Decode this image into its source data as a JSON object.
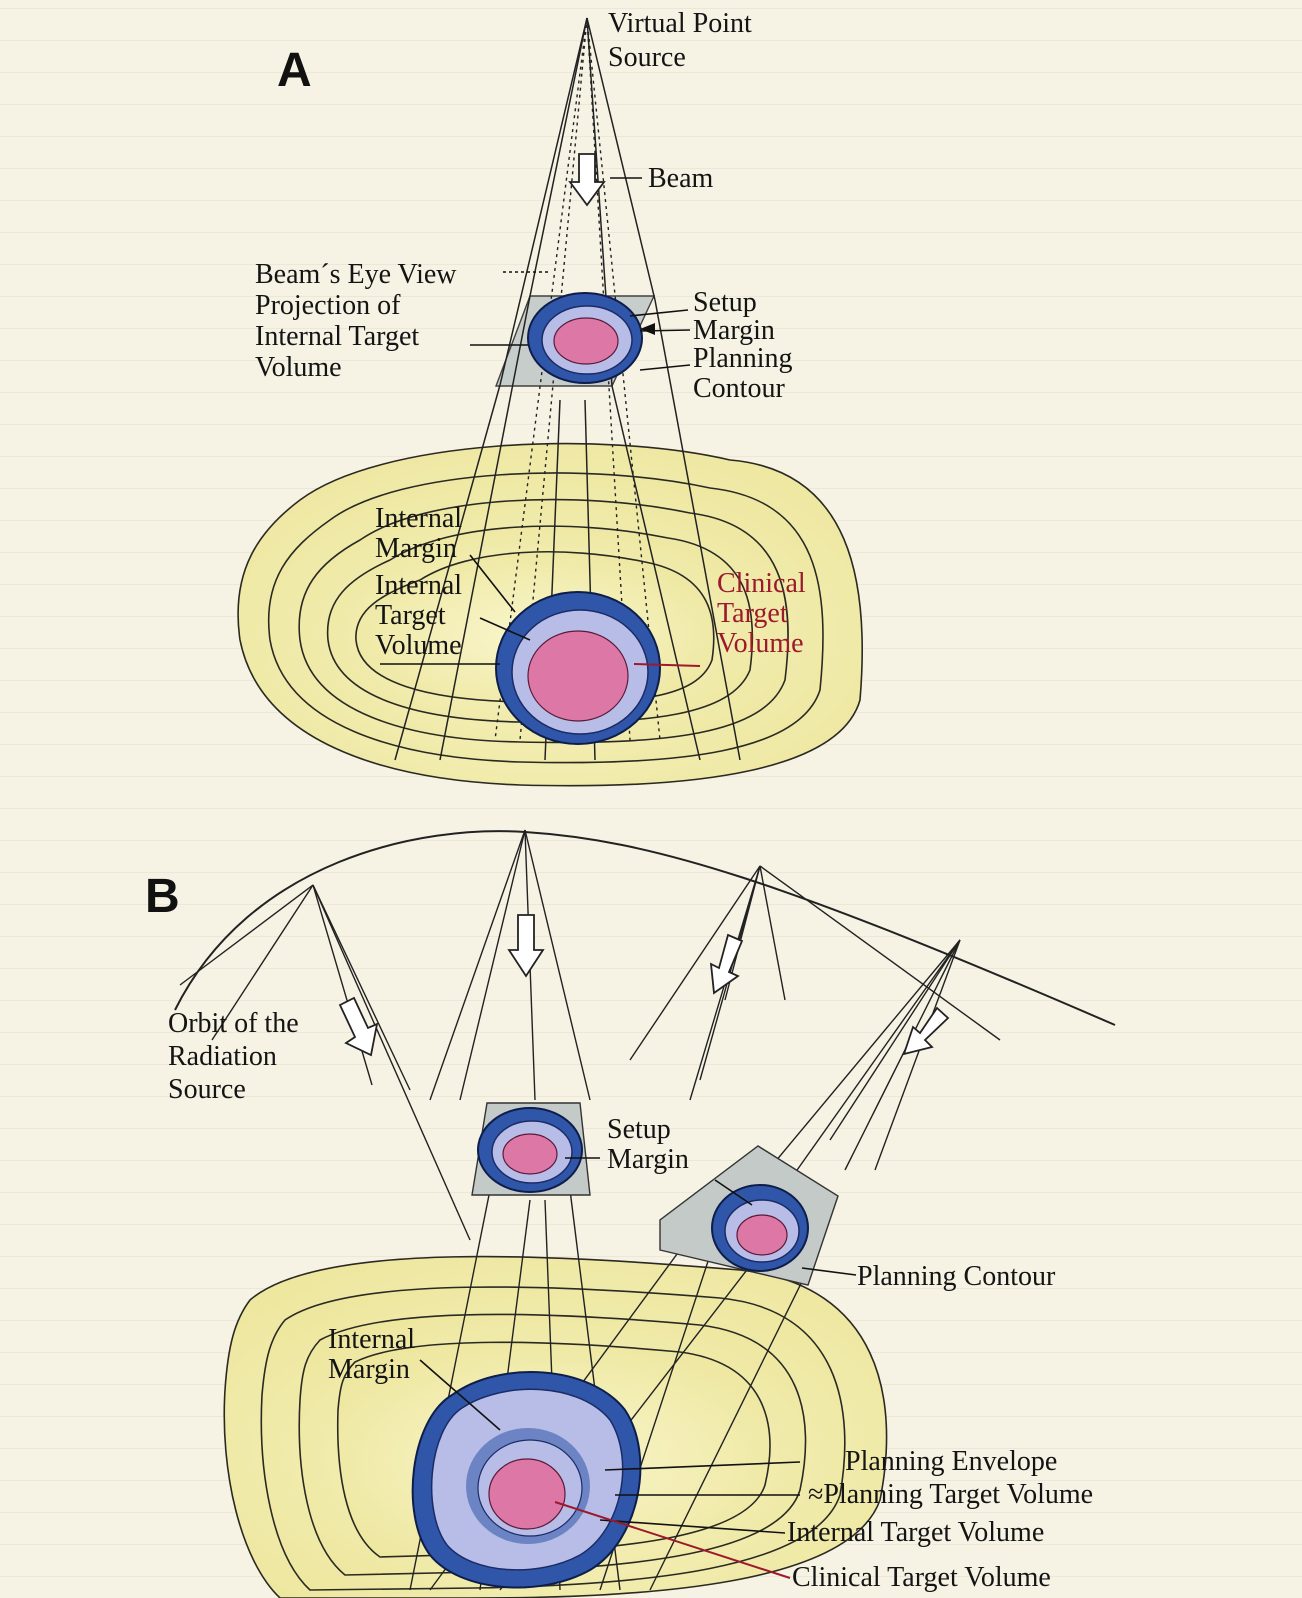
{
  "panel_a": {
    "letter": "A",
    "labels": {
      "virtual_point_source": [
        "Virtual Point",
        "Source"
      ],
      "beam": "Beam",
      "bev_projection": [
        "Beam´s Eye View",
        "Projection of",
        "Internal Target",
        "Volume"
      ],
      "setup_margin": [
        "Setup",
        "Margin"
      ],
      "planning_contour": [
        "Planning",
        "Contour"
      ],
      "internal_margin": [
        "Internal",
        "Margin"
      ],
      "internal_target_volume": [
        "Internal",
        "Target",
        "Volume"
      ],
      "clinical_target_volume": [
        "Clinical",
        "Target",
        "Volume"
      ]
    }
  },
  "panel_b": {
    "letter": "B",
    "labels": {
      "orbit": [
        "Orbit of the",
        "Radiation",
        "Source"
      ],
      "setup_margin": [
        "Setup",
        "Margin"
      ],
      "planning_contour": "Planning Contour",
      "internal_margin": [
        "Internal",
        "Margin"
      ],
      "planning_envelope": "Planning Envelope",
      "planning_target_volume": "≈Planning Target Volume",
      "internal_target_volume": "Internal Target Volume",
      "clinical_target_volume": "Clinical Target Volume"
    }
  },
  "colors": {
    "tissue": "#f4f0b2",
    "tissue_edge": "#2a2a22",
    "margin_blue": "#2f56a8",
    "inner_blue": "#b7bde6",
    "target_pink": "#dd78a6",
    "clinical_red": "#9c1a2c",
    "beam_fill": "#c4cac8"
  }
}
